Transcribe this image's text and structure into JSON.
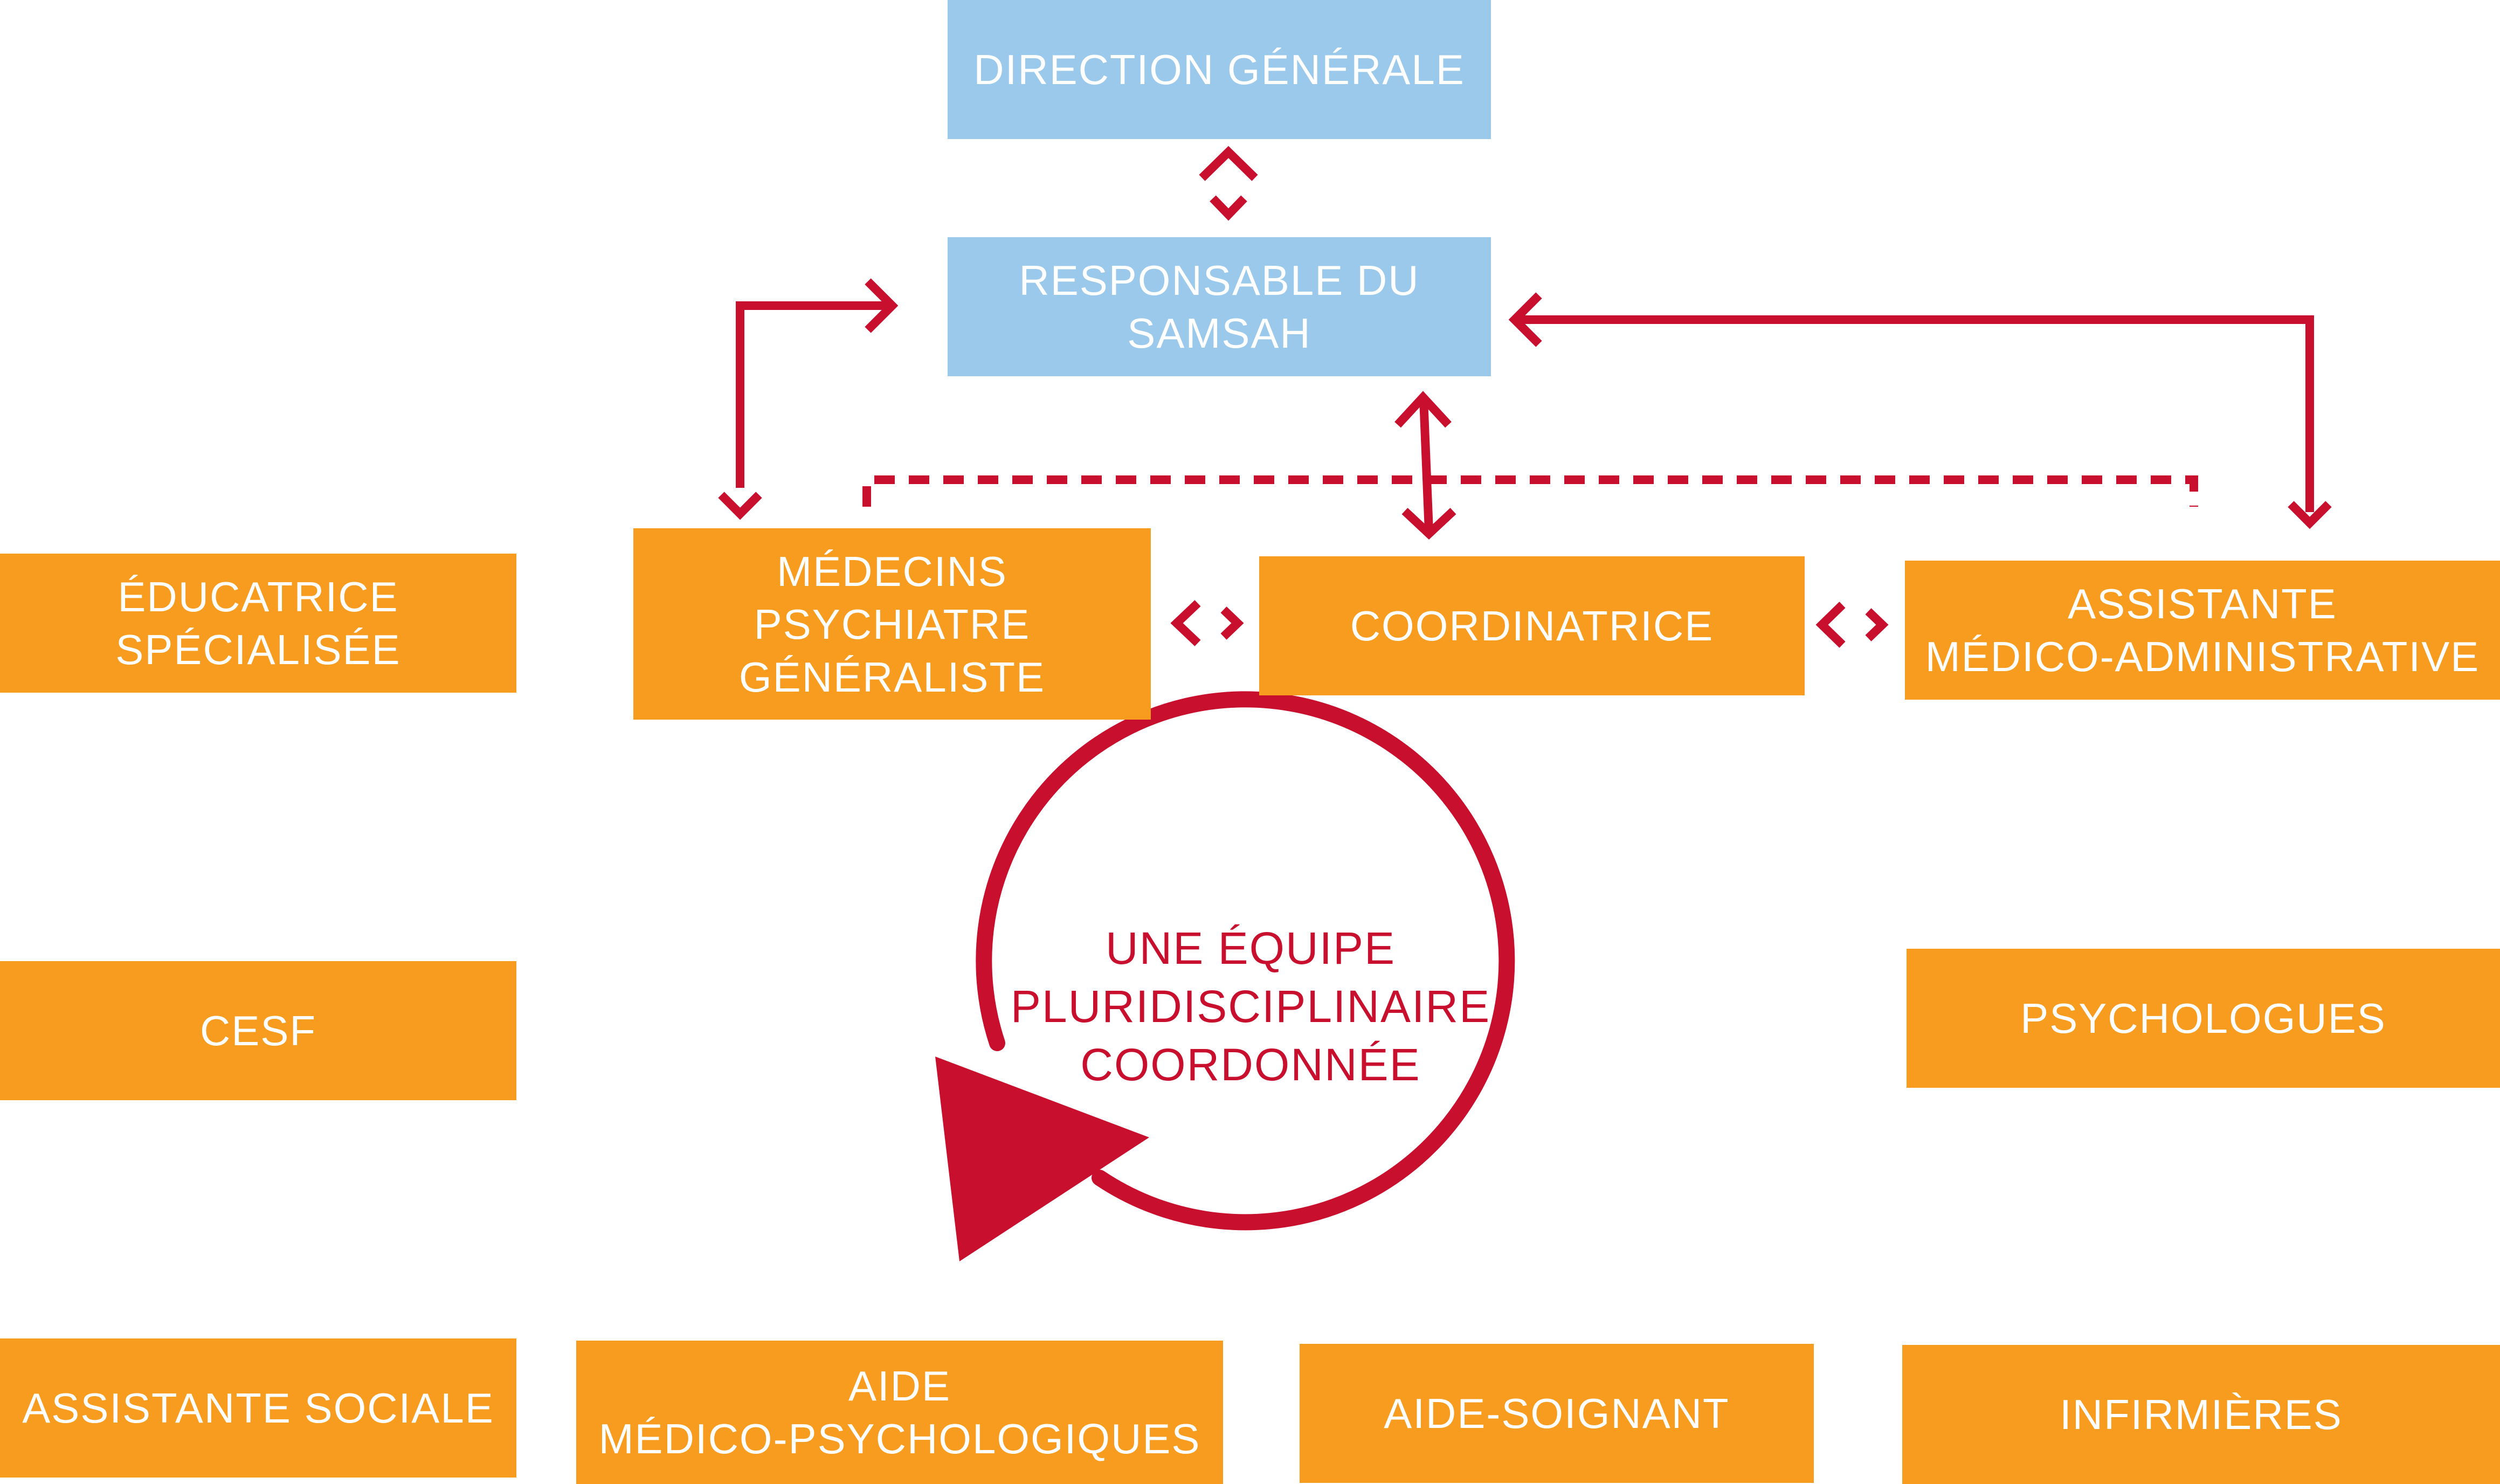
{
  "colors": {
    "management": "#9ac9eb",
    "team": "#f89c1f",
    "accent": "#c8102e",
    "box_text": "#ffffff"
  },
  "nodes": {
    "direction_generale": {
      "lines": [
        "DIRECTION GÉNÉRALE"
      ]
    },
    "responsable": {
      "lines": [
        "RESPONSABLE DU",
        "SAMSAH"
      ]
    },
    "medecins": {
      "lines": [
        "MÉDECINS",
        "PSYCHIATRE",
        "GÉNÉRALISTE"
      ]
    },
    "coordinatrice": {
      "lines": [
        "COORDINATRICE"
      ]
    },
    "assistante_medico": {
      "lines": [
        "ASSISTANTE",
        "MÉDICO-ADMINISTRATIVE"
      ]
    },
    "educatrice": {
      "lines": [
        "ÉDUCATRICE",
        "SPÉCIALISÉE"
      ]
    },
    "cesf": {
      "lines": [
        "CESF"
      ]
    },
    "psychologues": {
      "lines": [
        "PSYCHOLOGUES"
      ]
    },
    "assistante_sociale": {
      "lines": [
        "ASSISTANTE SOCIALE"
      ]
    },
    "aide_medico": {
      "lines": [
        "AIDE",
        "MÉDICO-PSYCHOLOGIQUES"
      ]
    },
    "aide_soignant": {
      "lines": [
        "AIDE-SOIGNANT"
      ]
    },
    "infirmieres": {
      "lines": [
        "INFIRMIÈRES"
      ]
    }
  },
  "cycle": {
    "lines": [
      "UNE ÉQUIPE",
      "PLURIDISCIPLINAIRE",
      "COORDONNÉE"
    ]
  },
  "edges": [
    {
      "from": "direction_generale",
      "to": "responsable",
      "style": "chevron-pair"
    },
    {
      "from": "medecins",
      "to": "responsable",
      "style": "elbow-arrow"
    },
    {
      "from": "responsable",
      "to": "coordinatrice",
      "style": "double-arrow"
    },
    {
      "from": "assistante_medico",
      "to": "responsable",
      "style": "elbow-arrow"
    },
    {
      "from": "medecins",
      "to": "assistante_medico",
      "style": "dashed"
    },
    {
      "from": "medecins",
      "to": "coordinatrice",
      "style": "chevron-pair"
    },
    {
      "from": "coordinatrice",
      "to": "assistante_medico",
      "style": "chevron-pair"
    }
  ]
}
